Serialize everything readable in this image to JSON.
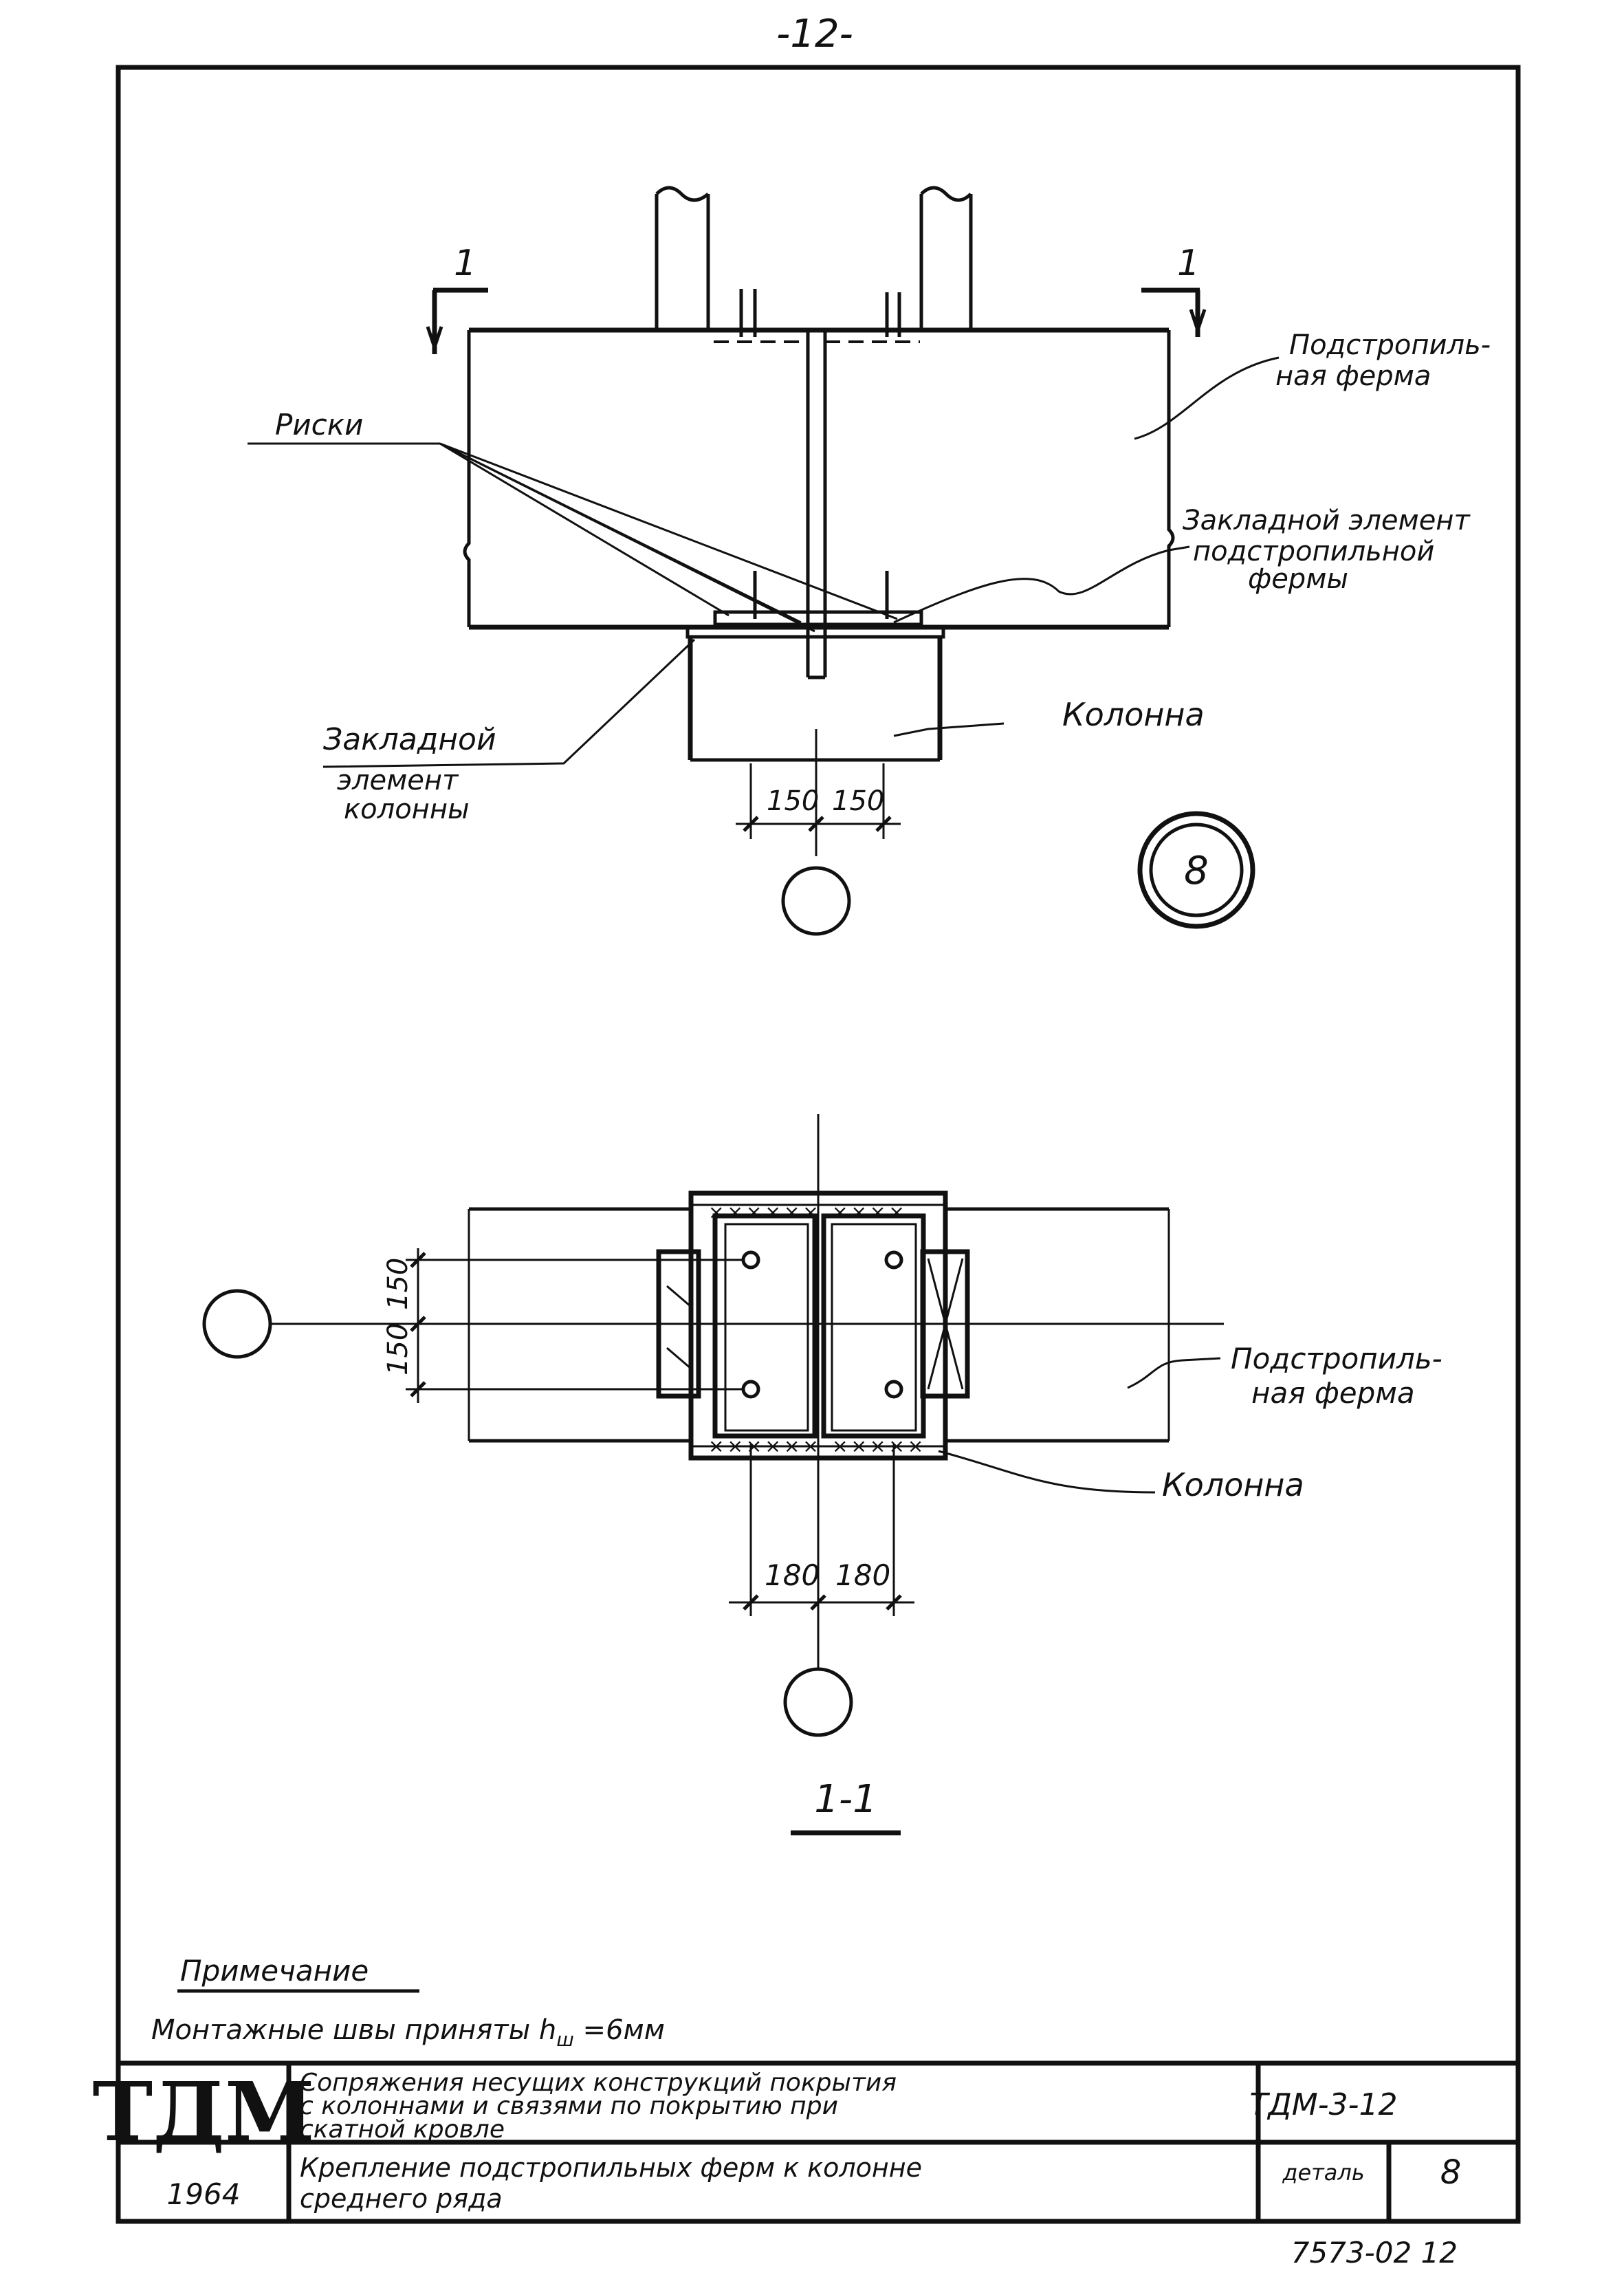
{
  "page_number": "-12-",
  "elevation": {
    "section_mark": "1",
    "labels": {
      "risks": "Риски",
      "truss": [
        "Подстропиль-",
        "ная ферма"
      ],
      "truss_embed": [
        "Закладной элемент",
        "подстропильной",
        "фермы"
      ],
      "column": "Колонна",
      "column_embed": [
        "Закладной",
        "элемент",
        "колонны"
      ]
    },
    "dims": [
      "150",
      "150"
    ],
    "detail_marker": "8"
  },
  "plan": {
    "labels": {
      "truss": [
        "Подстропиль-",
        "ная ферма"
      ],
      "column": "Колонна"
    },
    "dims_horizontal": [
      "180",
      "180"
    ],
    "dims_vertical": [
      "150",
      "150"
    ],
    "section_title": "1-1"
  },
  "note": {
    "heading": "Примечание",
    "text": "Монтажные швы приняты  h",
    "subscript": "ш",
    "value": " =6мм"
  },
  "title_block": {
    "logo": "ТДМ",
    "year": "1964",
    "title_main": [
      "Сопряжения несущих конструкций покрытия",
      "с колоннами и связями по покрытию при",
      "скатной кровле"
    ],
    "code": "ТДМ-3-12",
    "title_sub": [
      "Крепление подстропильных ферм к колонне",
      "среднего ряда"
    ],
    "detail_label": "деталь",
    "detail_number": "8"
  },
  "footer_number": "7573-02  12"
}
